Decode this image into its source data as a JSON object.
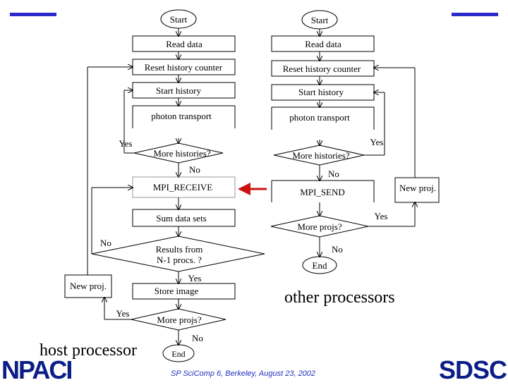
{
  "host": {
    "start": "Start",
    "read_data": "Read data",
    "reset_history": "Reset history counter",
    "start_history": "Start history",
    "photon_transport": "photon transport",
    "yes_loop": "Yes",
    "more_histories": "More histories?",
    "no_1": "No",
    "mpi_receive": "MPI_RECEIVE",
    "sum_data": "Sum data sets",
    "results_line1": "Results from",
    "results_line2": "N-1 procs. ?",
    "no_results": "No",
    "yes_results": "Yes",
    "new_proj": "New proj.",
    "store_image": "Store image",
    "yes_projs": "Yes",
    "more_projs": "More projs?",
    "no_end": "No",
    "end": "End"
  },
  "worker": {
    "start": "Start",
    "read_data": "Read data",
    "reset_history": "Reset history counter",
    "start_history": "Start history",
    "photon_transport": "photon transport",
    "yes_loop": "Yes",
    "more_histories": "More histories?",
    "no_1": "No",
    "mpi_send": "MPI_SEND",
    "new_proj": "New proj.",
    "yes_projs": "Yes",
    "more_projs": "More projs?",
    "no_end": "No",
    "end": "End"
  },
  "captions": {
    "host": "host processor",
    "other": "other processors"
  },
  "footer": "SP SciComp 6, Berkeley, August 23, 2002",
  "logos": {
    "left": "NPACI",
    "right": "SDSC"
  },
  "colors": {
    "accent": "#2b2bcc",
    "arrow": "#cc1111",
    "logo": "#0b1e86"
  }
}
